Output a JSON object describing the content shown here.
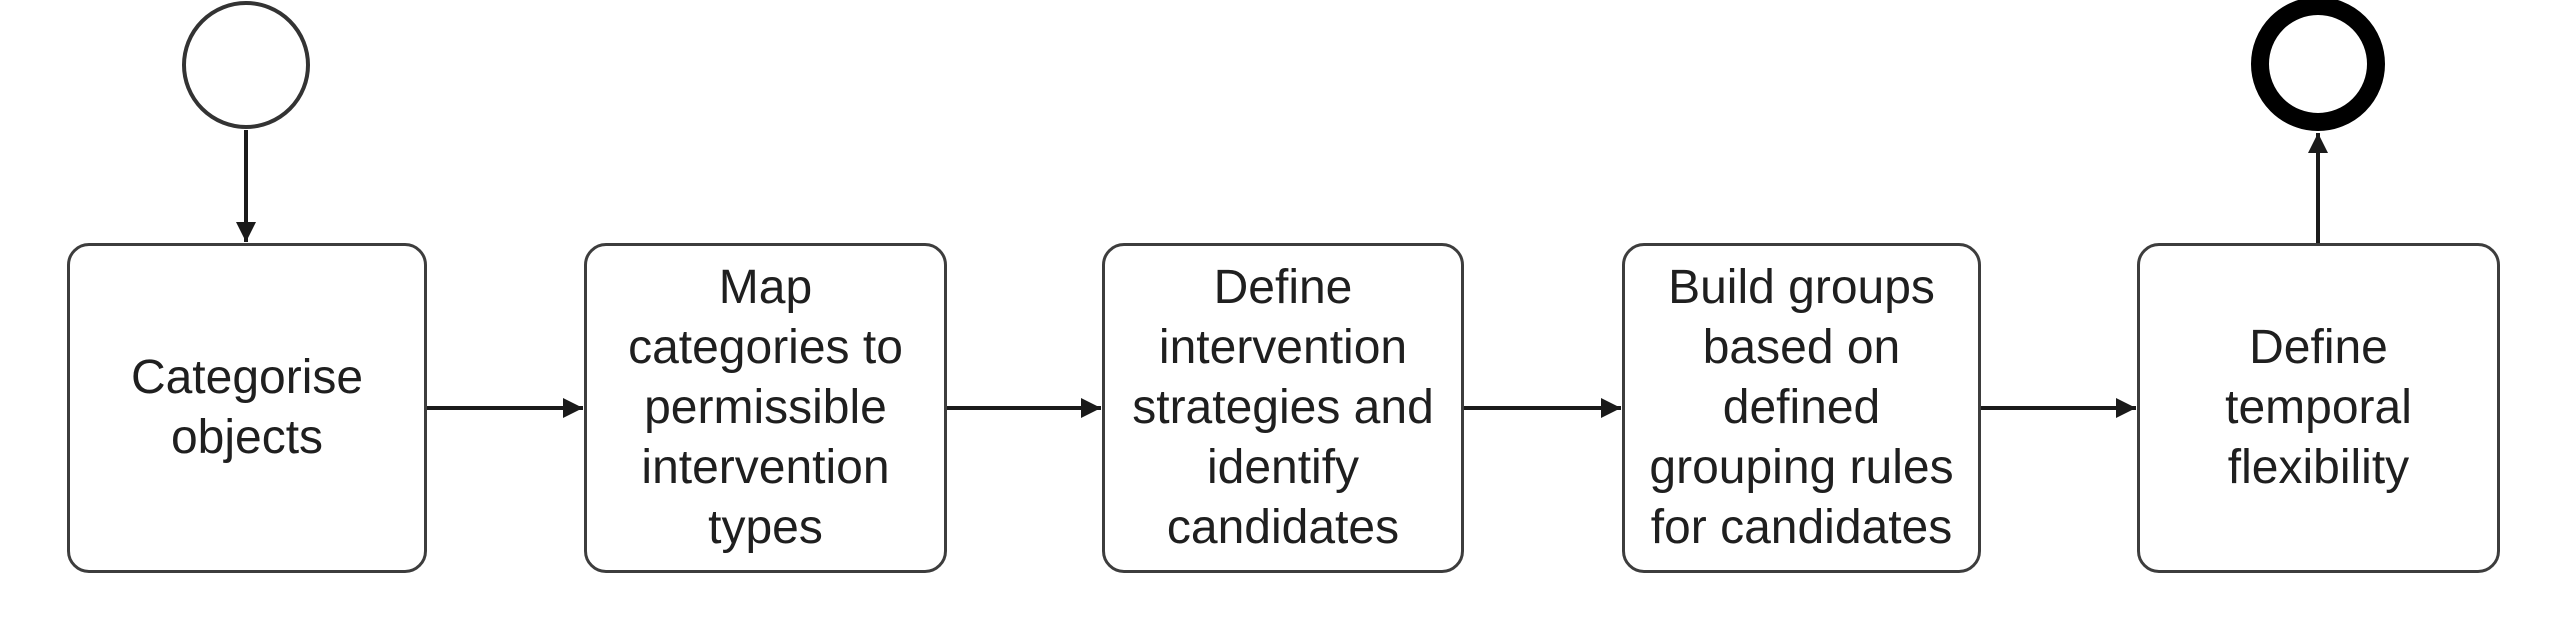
{
  "diagram": {
    "kind": "bpmn-process-flow",
    "background": "#ffffff",
    "colors": {
      "connector": "#1a1a1a",
      "task_border": "#3d3d3d",
      "task_fill": "#ffffff",
      "text": "#1f1f1f",
      "start_event_stroke": "#333333",
      "end_event_stroke": "#000000"
    },
    "start_event": {
      "id": "start-event",
      "shape": "thin-circle"
    },
    "end_event": {
      "id": "end-event",
      "shape": "thick-circle"
    },
    "tasks": [
      {
        "id": "task-1",
        "label": "Categorise objects",
        "lines": [
          "Categorise",
          "objects"
        ]
      },
      {
        "id": "task-2",
        "label": "Map categories to permissible intervention types",
        "lines": [
          "Map",
          "categories to",
          "permissible",
          "intervention",
          "types"
        ]
      },
      {
        "id": "task-3",
        "label": "Define intervention strategies and identify candidates",
        "lines": [
          "Define",
          "intervention",
          "strategies and",
          "identify",
          "candidates"
        ]
      },
      {
        "id": "task-4",
        "label": "Build groups based on defined grouping rules for candidates",
        "lines": [
          "Build groups",
          "based on",
          "defined",
          "grouping rules",
          "for candidates"
        ]
      },
      {
        "id": "task-5",
        "label": "Define temporal flexibility",
        "lines": [
          "Define",
          "temporal",
          "flexibility"
        ]
      }
    ],
    "flows": [
      {
        "from": "start-event",
        "to": "task-1",
        "direction": "down"
      },
      {
        "from": "task-1",
        "to": "task-2",
        "direction": "right"
      },
      {
        "from": "task-2",
        "to": "task-3",
        "direction": "right"
      },
      {
        "from": "task-3",
        "to": "task-4",
        "direction": "right"
      },
      {
        "from": "task-4",
        "to": "task-5",
        "direction": "right"
      },
      {
        "from": "task-5",
        "to": "end-event",
        "direction": "up"
      }
    ]
  }
}
